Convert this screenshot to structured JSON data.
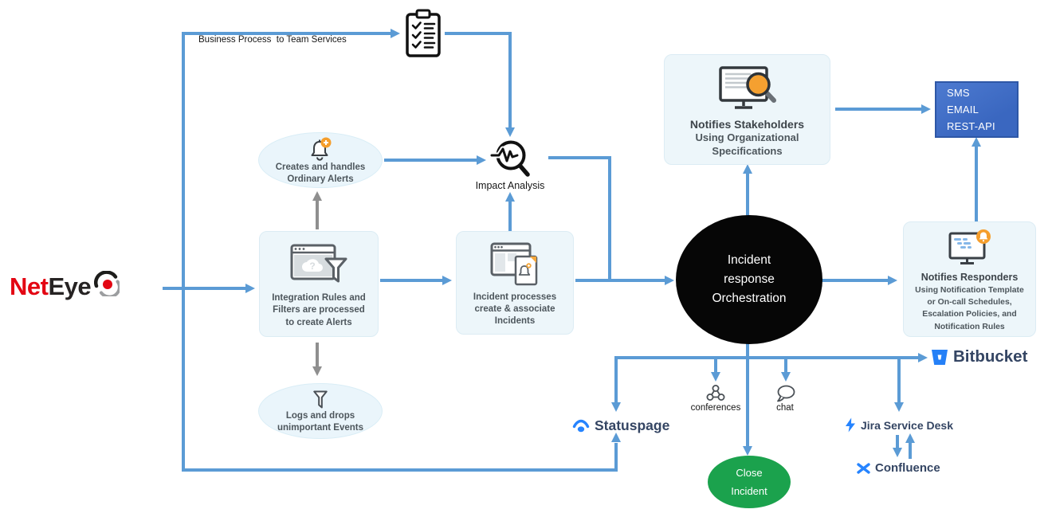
{
  "diagram": {
    "neteye": {
      "net": "Net",
      "eye": "Eye"
    },
    "top_flow_label": "Business Process  to Team Services",
    "impact_label": "Impact Analysis",
    "creates_oval": {
      "line1": "Creates and handles",
      "line2": "Ordinary Alerts"
    },
    "logs_oval": {
      "line1": "Logs and drops",
      "line2": "unimportant Events"
    },
    "integration_box": {
      "line1": "Integration Rules and",
      "line2": "Filters are processed",
      "line3": "to create Alerts"
    },
    "incident_box": {
      "line1": "Incident processes",
      "line2": "create & associate",
      "line3": "Incidents"
    },
    "stakeholders_box": {
      "title": "Notifies Stakeholders",
      "line1": "Using Organizational",
      "line2": "Specifications"
    },
    "responders_box": {
      "title": "Notifies Responders",
      "line1": "Using Notification Template",
      "line2": "or On-call Schedules,",
      "line3": "Escalation Policies, and",
      "line4": "Notification Rules"
    },
    "channels_box": {
      "line1": "SMS",
      "line2": "EMAIL",
      "line3": "REST-API"
    },
    "orchestration_circle": {
      "line1": "Incident",
      "line2": "response",
      "line3": "Orchestration"
    },
    "close_incident": {
      "line1": "Close",
      "line2": "Incident"
    },
    "services": {
      "statuspage": "Statuspage",
      "bitbucket": "Bitbucket",
      "jira": "Jira Service Desk",
      "confluence": "Confluence",
      "conferences": "conferences",
      "chat": "chat"
    },
    "colors": {
      "arrow_blue": "#5b9bd5",
      "arrow_gray": "#8f8f8f",
      "node_bg": "#edf6fa",
      "orchestration_black": "#060606",
      "close_green": "#1ba24d",
      "channels_blue": "#3a67c0",
      "accent_orange": "#f59e2c",
      "atlassian_blue": "#2684ff",
      "atlassian_text": "#344563",
      "neteye_red": "#e30613"
    }
  }
}
